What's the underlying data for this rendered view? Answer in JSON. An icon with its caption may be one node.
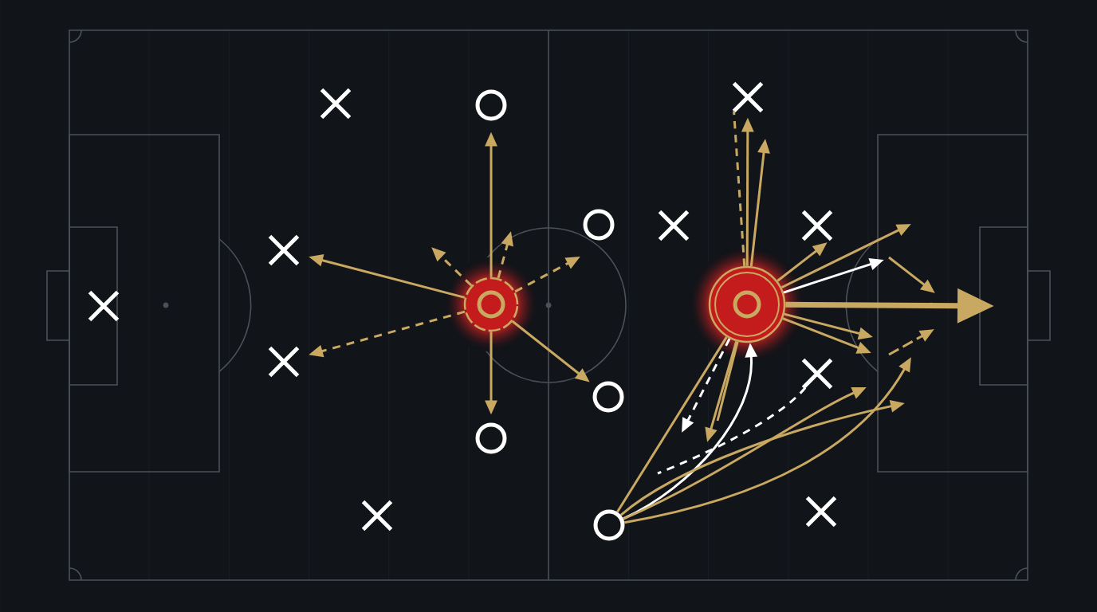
{
  "diagram": {
    "nodes": [
      {
        "text": [],
        "shape": "cross"
      },
      {
        "text": [],
        "shape": "cross"
      },
      {
        "text": [],
        "shape": "cross"
      },
      {
        "text": [],
        "shape": "cross"
      },
      {
        "text": [],
        "shape": "cross"
      },
      {
        "text": [],
        "shape": "circle"
      },
      {
        "text": [],
        "shape": "target"
      },
      {
        "text": [],
        "shape": "circle"
      },
      {
        "text": [],
        "shape": "circle"
      },
      {
        "text": [],
        "shape": "circle"
      },
      {
        "text": [],
        "shape": "circle"
      },
      {
        "text": [],
        "shape": "cross"
      },
      {
        "text": [],
        "shape": "cross"
      },
      {
        "text": [],
        "shape": "target"
      },
      {
        "text": [],
        "shape": "cross"
      },
      {
        "text": [],
        "shape": "cross"
      },
      {
        "text": [],
        "shape": "cross"
      }
    ],
    "edges": [
      {
        "from": 6,
        "to": 5,
        "arrow": "to"
      },
      {
        "from": 6,
        "to": 2,
        "arrow": "to"
      },
      {
        "from": 6,
        "to": 3,
        "arrow": "to",
        "style": "dashed"
      },
      {
        "from": 6,
        "to": null,
        "arrow": "to",
        "style": "dashed"
      },
      {
        "from": 6,
        "to": null,
        "arrow": "to",
        "style": "dashed"
      },
      {
        "from": 6,
        "to": null,
        "arrow": "to",
        "style": "dashed"
      },
      {
        "from": 6,
        "to": 9,
        "arrow": "to"
      },
      {
        "from": 6,
        "to": 7,
        "arrow": "to"
      },
      {
        "from": 13,
        "to": 12,
        "arrow": "none",
        "style": "dashed"
      },
      {
        "from": 13,
        "to": 12,
        "arrow": "to"
      },
      {
        "from": 13,
        "to": null,
        "arrow": "to"
      },
      {
        "from": 13,
        "to": 14,
        "arrow": "to"
      },
      {
        "from": 13,
        "to": null,
        "arrow": "to"
      },
      {
        "from": 13,
        "to": null,
        "arrow": "to",
        "color": "#ffffff"
      },
      {
        "from": 13,
        "to": null,
        "arrow": "to",
        "style": "thick"
      },
      {
        "from": 13,
        "to": null,
        "arrow": "to"
      },
      {
        "from": 13,
        "to": null,
        "arrow": "to"
      },
      {
        "from": 13,
        "to": null,
        "arrow": "to",
        "style": "dashed",
        "color": "#ffffff"
      },
      {
        "from": 13,
        "to": null,
        "arrow": "to"
      },
      {
        "from": 10,
        "to": 13,
        "arrow": "to",
        "color": "#ffffff"
      },
      {
        "from": 10,
        "to": 13,
        "arrow": "none"
      },
      {
        "from": 10,
        "to": null,
        "arrow": "to"
      },
      {
        "from": 10,
        "to": null,
        "arrow": "to"
      },
      {
        "from": 10,
        "to": null,
        "arrow": "to"
      },
      {
        "from": 15,
        "to": null,
        "arrow": "none",
        "style": "dashed",
        "color": "#ffffff"
      },
      {
        "from": 13,
        "to": null,
        "arrow": "none"
      }
    ]
  }
}
